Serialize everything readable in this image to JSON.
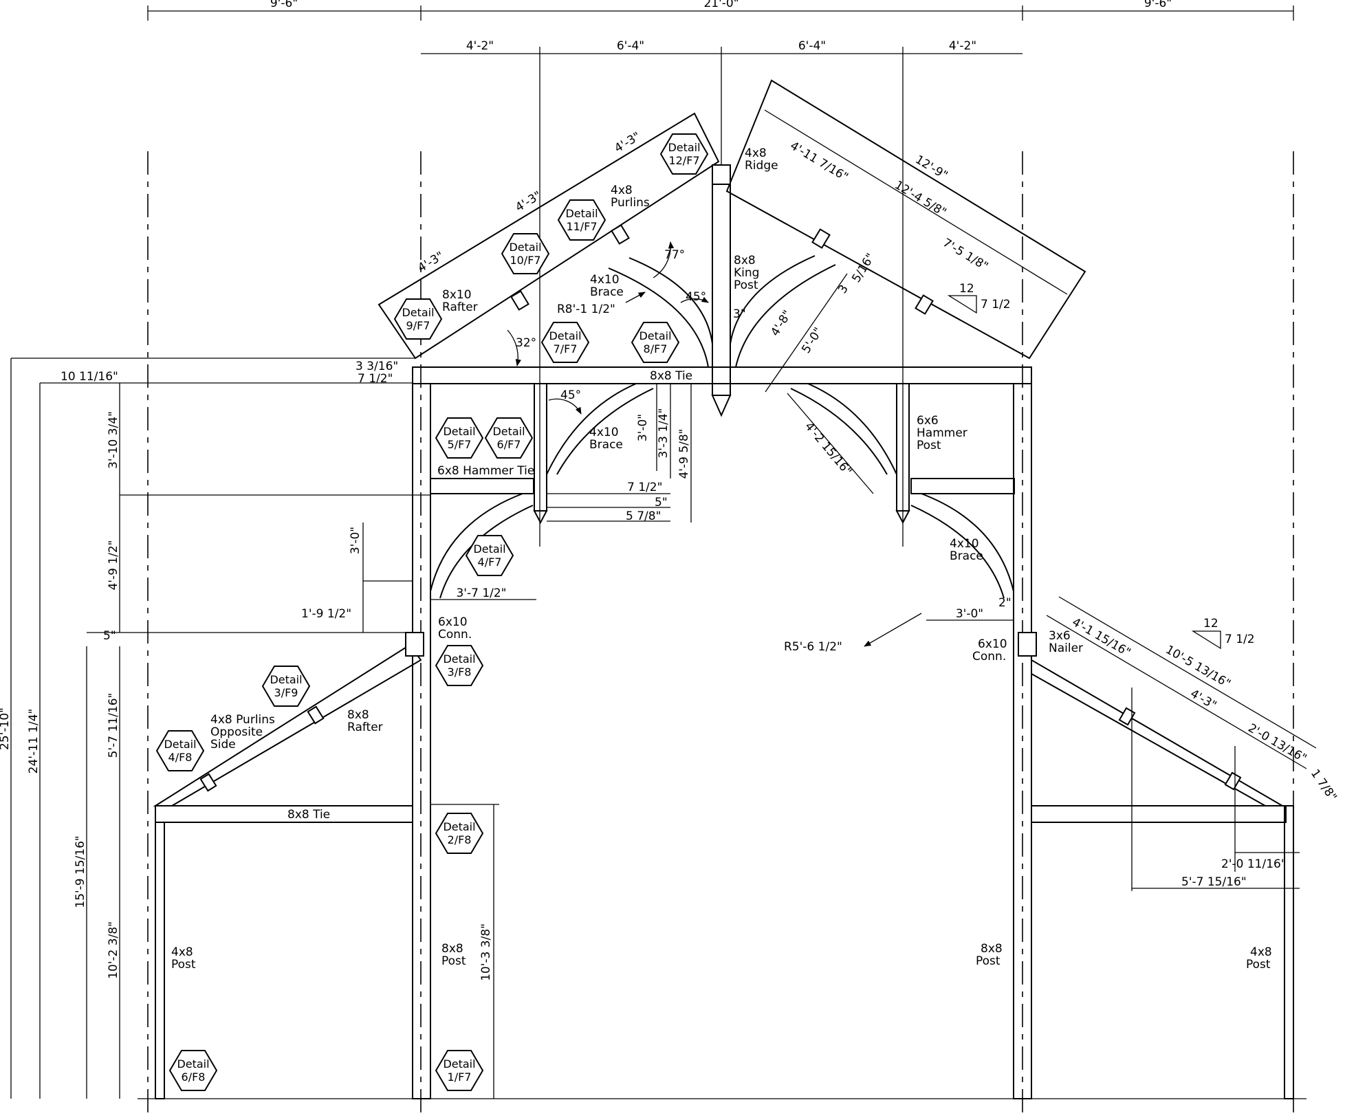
{
  "top_dimensions": {
    "overall": [
      "9'-6\"",
      "21'-0\"",
      "9'-6\""
    ],
    "center": [
      "4'-2\"",
      "6'-4\"",
      "6'-4\"",
      "4'-2\""
    ]
  },
  "left_dimensions": [
    {
      "key": "h1",
      "text": "25'-10\""
    },
    {
      "key": "h2",
      "text": "24'-11 1/4\""
    },
    {
      "key": "h3",
      "text": "15'-9 15/16\""
    },
    {
      "key": "h4",
      "text": "10'-2 3/8\""
    },
    {
      "key": "h5",
      "text": "5'-7 11/16\""
    },
    {
      "key": "h6",
      "text": "4'-9 1/2\""
    },
    {
      "key": "h7",
      "text": "3'-10 3/4\""
    },
    {
      "key": "h8",
      "text": "10 11/16\""
    },
    {
      "key": "h9",
      "text": "3 3/16\""
    },
    {
      "key": "h10",
      "text": "7 1/2\""
    },
    {
      "key": "h11",
      "text": "5\""
    },
    {
      "key": "h12",
      "text": "1'-9 1/2\""
    },
    {
      "key": "h13",
      "text": "3'-0\""
    }
  ],
  "roof_dimensions": [
    {
      "key": "r1",
      "text": "4'-3\""
    },
    {
      "key": "r2",
      "text": "4'-3\""
    },
    {
      "key": "r3",
      "text": "4'-3\""
    },
    {
      "key": "r4",
      "text": "12'-9\""
    },
    {
      "key": "r5",
      "text": "12'-4 5/8\""
    },
    {
      "key": "r6",
      "text": "4'-11 7/16\""
    },
    {
      "key": "r7",
      "text": "7'-5 1/8\""
    },
    {
      "key": "r8",
      "text": "4'-8\""
    },
    {
      "key": "r9",
      "text": "5'-0\""
    },
    {
      "key": "r10",
      "text": "5/16\""
    },
    {
      "key": "r11",
      "text": "3"
    },
    {
      "key": "r12",
      "text": "3\""
    }
  ],
  "interior_dimensions": [
    {
      "key": "i1",
      "text": "3'-0\""
    },
    {
      "key": "i2",
      "text": "3'-3 1/4\""
    },
    {
      "key": "i3",
      "text": "4'-9 5/8\""
    },
    {
      "key": "i4",
      "text": "7 1/2\""
    },
    {
      "key": "i5",
      "text": "5\""
    },
    {
      "key": "i6",
      "text": "5 7/8\""
    },
    {
      "key": "i7",
      "text": "3'-7 1/2\""
    },
    {
      "key": "i8",
      "text": "4'-2 15/16\""
    },
    {
      "key": "i9",
      "text": "3'-0\""
    },
    {
      "key": "i10",
      "text": "2\""
    },
    {
      "key": "i11",
      "text": "R5'-6 1/2\""
    },
    {
      "key": "i12",
      "text": "R8'-1 1/2\""
    }
  ],
  "shed_dimensions": [
    {
      "key": "s1",
      "text": "10'-5 13/16\""
    },
    {
      "key": "s2",
      "text": "4'-1 15/16\""
    },
    {
      "key": "s3",
      "text": "4'-3\""
    },
    {
      "key": "s4",
      "text": "2'-0 13/16\""
    },
    {
      "key": "s5",
      "text": "1 7/8\""
    },
    {
      "key": "s6",
      "text": "2'-0 11/16\""
    },
    {
      "key": "s7",
      "text": "5'-7 15/16\""
    },
    {
      "key": "s8",
      "text": "10'-3 3/8\""
    }
  ],
  "angles": [
    {
      "key": "a1",
      "text": "77°"
    },
    {
      "key": "a2",
      "text": "45°"
    },
    {
      "key": "a3",
      "text": "32°"
    },
    {
      "key": "a4",
      "text": "45°"
    }
  ],
  "pitch": [
    {
      "key": "p1",
      "run": "12",
      "rise": "7 1/2"
    },
    {
      "key": "p2",
      "run": "12",
      "rise": "7 1/2"
    }
  ],
  "members": [
    {
      "key": "ridge",
      "lines": [
        "4x8",
        "Ridge"
      ]
    },
    {
      "key": "purlins",
      "lines": [
        "4x8",
        "Purlins"
      ]
    },
    {
      "key": "rafter",
      "lines": [
        "8x10",
        "Rafter"
      ]
    },
    {
      "key": "brace_top",
      "lines": [
        "4x10",
        "Brace"
      ]
    },
    {
      "key": "king_post",
      "lines": [
        "8x8",
        "King",
        "Post"
      ]
    },
    {
      "key": "tie_top",
      "lines": [
        "8x8  Tie"
      ]
    },
    {
      "key": "brace_mid",
      "lines": [
        "4x10",
        "Brace"
      ]
    },
    {
      "key": "hammer_tie",
      "lines": [
        "6x8  Hammer Tie"
      ]
    },
    {
      "key": "hammer_post",
      "lines": [
        "6x6",
        "Hammer",
        "Post"
      ]
    },
    {
      "key": "brace_right",
      "lines": [
        "4x10",
        "Brace"
      ]
    },
    {
      "key": "conn_left",
      "lines": [
        "6x10",
        "Conn."
      ]
    },
    {
      "key": "conn_right",
      "lines": [
        "6x10",
        "Conn."
      ]
    },
    {
      "key": "nailer",
      "lines": [
        "3x6",
        "Nailer"
      ]
    },
    {
      "key": "purlins_opp",
      "lines": [
        "4x8  Purlins",
        "Opposite",
        "Side"
      ]
    },
    {
      "key": "rafter_left",
      "lines": [
        "8x8",
        "Rafter"
      ]
    },
    {
      "key": "tie_left",
      "lines": [
        "8x8  Tie"
      ]
    },
    {
      "key": "post_4x8_left",
      "lines": [
        "4x8",
        "Post"
      ]
    },
    {
      "key": "post_8x8_left",
      "lines": [
        "8x8",
        "Post"
      ]
    },
    {
      "key": "post_8x8_right",
      "lines": [
        "8x8",
        "Post"
      ]
    },
    {
      "key": "post_4x8_right",
      "lines": [
        "4x8",
        "Post"
      ]
    }
  ],
  "details": [
    {
      "key": "d12",
      "label": "Detail",
      "ref": "12/F7"
    },
    {
      "key": "d11",
      "label": "Detail",
      "ref": "11/F7"
    },
    {
      "key": "d10",
      "label": "Detail",
      "ref": "10/F7"
    },
    {
      "key": "d9",
      "label": "Detail",
      "ref": "9/F7"
    },
    {
      "key": "d7",
      "label": "Detail",
      "ref": "7/F7"
    },
    {
      "key": "d8",
      "label": "Detail",
      "ref": "8/F7"
    },
    {
      "key": "d5",
      "label": "Detail",
      "ref": "5/F7"
    },
    {
      "key": "d6",
      "label": "Detail",
      "ref": "6/F7"
    },
    {
      "key": "d4f7",
      "label": "Detail",
      "ref": "4/F7"
    },
    {
      "key": "d3f8",
      "label": "Detail",
      "ref": "3/F8"
    },
    {
      "key": "d3f9",
      "label": "Detail",
      "ref": "3/F9"
    },
    {
      "key": "d4f8",
      "label": "Detail",
      "ref": "4/F8"
    },
    {
      "key": "d2f8",
      "label": "Detail",
      "ref": "2/F8"
    },
    {
      "key": "d6f8",
      "label": "Detail",
      "ref": "6/F8"
    },
    {
      "key": "d1f7",
      "label": "Detail",
      "ref": "1/F7"
    }
  ]
}
